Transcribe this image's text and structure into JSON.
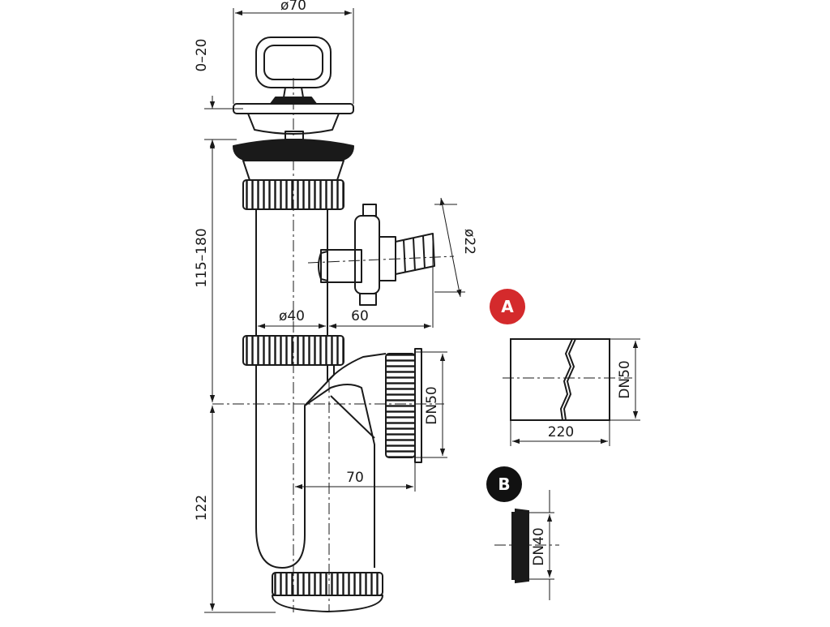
{
  "dimensions": {
    "top_width": "ø70",
    "cap_adjust": "0–20",
    "height_range": "115–180",
    "bottom_height": "122",
    "pipe_diameter": "ø40",
    "side_offset": "60",
    "hose_diameter": "ø22",
    "outlet_size": "DN50",
    "outlet_offset": "70"
  },
  "detail_a": {
    "badge": "A",
    "badge_color": "#d42a2c",
    "size": "DN50",
    "length": "220"
  },
  "detail_b": {
    "badge": "B",
    "badge_color": "#111111",
    "size": "DN40"
  }
}
